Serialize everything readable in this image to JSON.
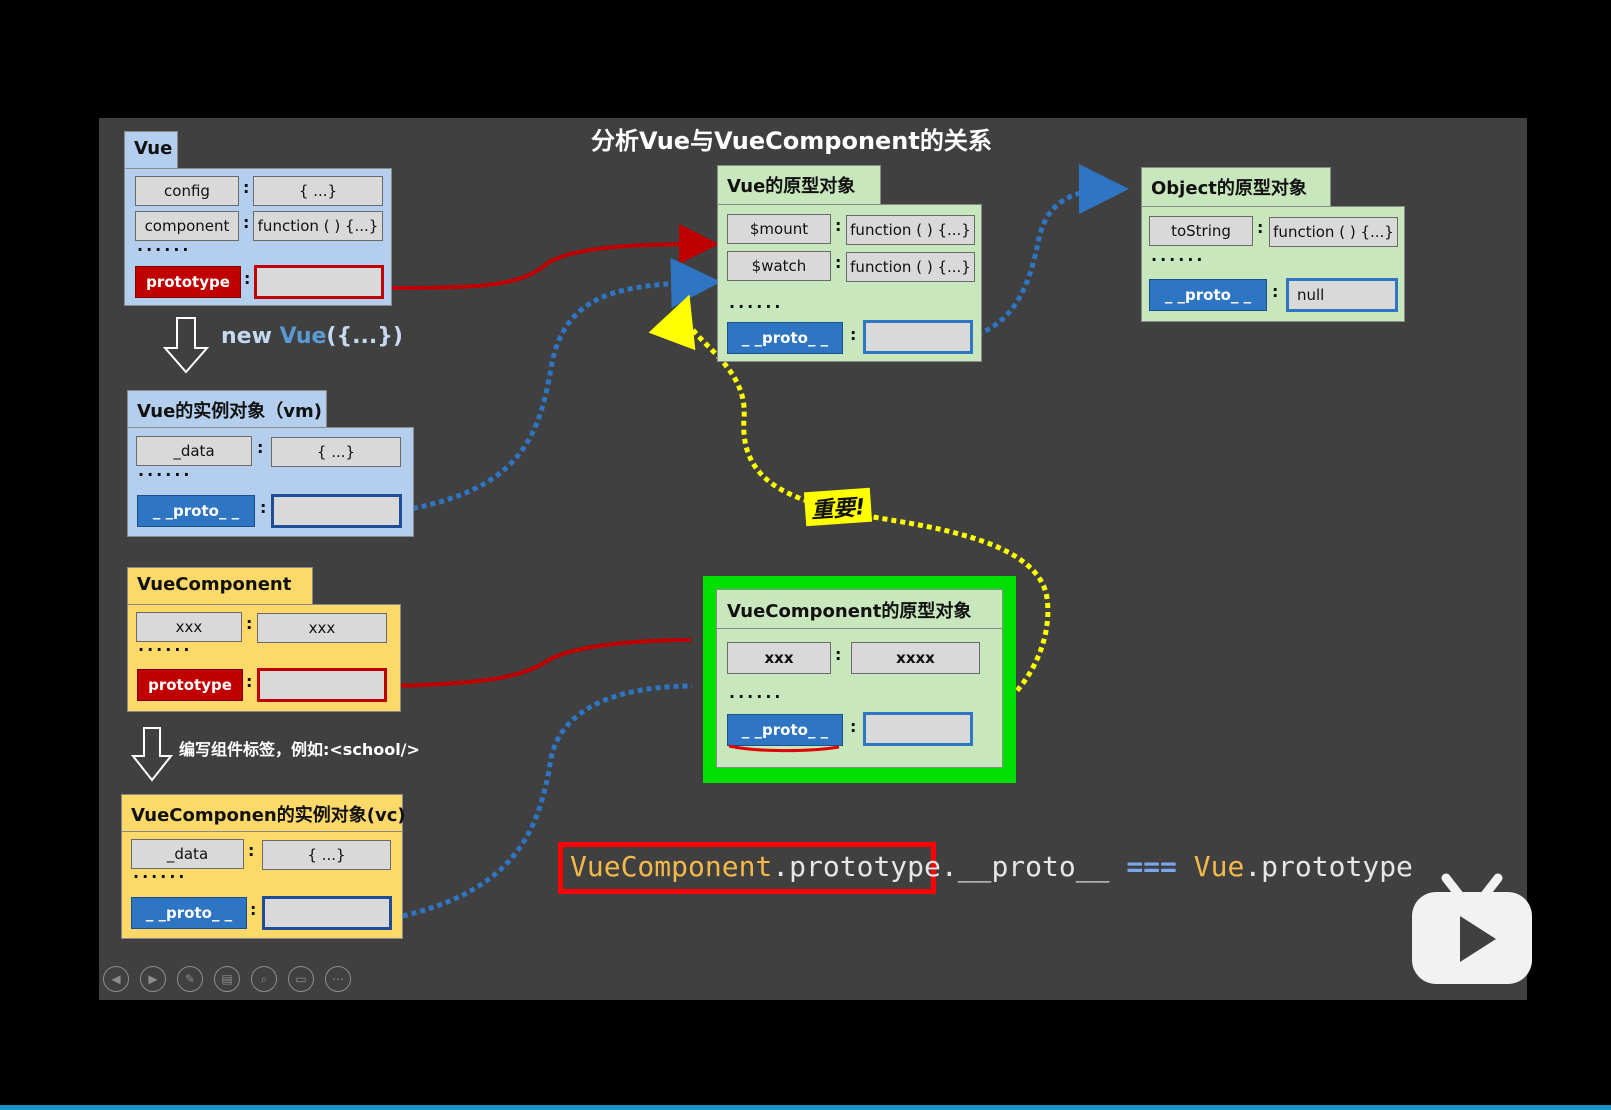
{
  "slide": {
    "title": "分析Vue与VueComponent的关系"
  },
  "vue": {
    "tab": "Vue",
    "rows": [
      {
        "key": "config",
        "value": "{ ...}"
      },
      {
        "key": "component",
        "value": "function ( ) {...}"
      }
    ],
    "dots": "......",
    "prototype_label": "prototype"
  },
  "new_vue": {
    "prefix": "new ",
    "vue": "Vue",
    "suffix": "({...})"
  },
  "vm": {
    "tab": "Vue的实例对象（vm)",
    "rows": [
      {
        "key": "_data",
        "value": "{ ...}"
      }
    ],
    "dots": "......",
    "proto_label": "_ _proto_ _"
  },
  "vuecomponent": {
    "tab": "VueComponent",
    "rows": [
      {
        "key": "xxx",
        "value": "xxx"
      }
    ],
    "dots": "......",
    "prototype_label": "prototype"
  },
  "write_tag": {
    "text": "编写组件标签，例如:<school/>"
  },
  "vc": {
    "tab": "VueComponen的实例对象(vc)",
    "rows": [
      {
        "key": "_data",
        "value": "{ ...}"
      }
    ],
    "dots": "......",
    "proto_label": "_ _proto_ _"
  },
  "vue_proto_obj": {
    "tab": "Vue的原型对象",
    "rows": [
      {
        "key": "$mount",
        "value": "function ( ) {...}"
      },
      {
        "key": "$watch",
        "value": "function ( ) {...}"
      }
    ],
    "dots": "......",
    "proto_label": "_ _proto_ _"
  },
  "object_proto_obj": {
    "tab": "Object的原型对象",
    "rows": [
      {
        "key": "toString",
        "value": "function ( ) {...}"
      }
    ],
    "dots": "......",
    "proto_label": "_ _proto_ _",
    "proto_value": "null"
  },
  "vc_proto_obj": {
    "tab": "VueComponent的原型对象",
    "rows": [
      {
        "key": "xxx",
        "value": "xxxx"
      }
    ],
    "dots": "......",
    "proto_label": "_ _proto_ _"
  },
  "important_label": "重要!",
  "formula": {
    "part1": "VueComponent",
    "part2": ".prototype",
    "part3": ".__proto__ ",
    "part4": "===",
    "part5": " Vue",
    "part6": ".prototype"
  },
  "controls": [
    {
      "icon": "prev-icon",
      "glyph": "◀"
    },
    {
      "icon": "next-icon",
      "glyph": "▶"
    },
    {
      "icon": "pen-icon",
      "glyph": "✎"
    },
    {
      "icon": "pages-icon",
      "glyph": "▤"
    },
    {
      "icon": "zoom-icon",
      "glyph": "⌕"
    },
    {
      "icon": "screen-icon",
      "glyph": "▭"
    },
    {
      "icon": "more-icon",
      "glyph": "⋯"
    }
  ],
  "colors": {
    "blue_panel": "#b4cfee",
    "green_panel": "#c9e7bd",
    "yellow_panel": "#fdd96a",
    "proto_blue": "#2e75c3",
    "prototype_red": "#c00000",
    "highlight_green": "#00e000",
    "important_yellow": "#ffff00"
  }
}
